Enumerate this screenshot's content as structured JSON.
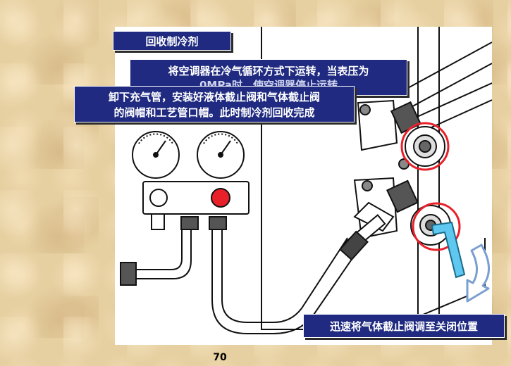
{
  "slide": {
    "title": "回收制冷剂",
    "caption_run_line1": "将空调器在冷气循环方式下运转，当表压为",
    "caption_run_line2": "0MPa时，使空调器停止运转",
    "caption_remove_line1": "卸下充气管，安装好液体截止阀和气体截止阀",
    "caption_remove_line2": "的阀帽和工艺管口帽。此时制冷剂回收完成",
    "caption_close": "迅速将气体截止阀调至关闭位置",
    "page_number": "70"
  },
  "colors": {
    "label_background": "#1f2a80",
    "label_text": "#ffffff",
    "highlight_circle": "#e8202a",
    "gauge_valve_red": "#e8202a",
    "hex_key": "#5ec8f0",
    "arrow_fill": "#ffffff",
    "arrow_stroke": "#7a9fd0"
  },
  "icons": {
    "gauge_left": "pressure-gauge-icon",
    "gauge_right": "pressure-gauge-icon",
    "hex_wrench": "hex-wrench-icon",
    "rotate_arrow": "curved-arrow-icon"
  }
}
